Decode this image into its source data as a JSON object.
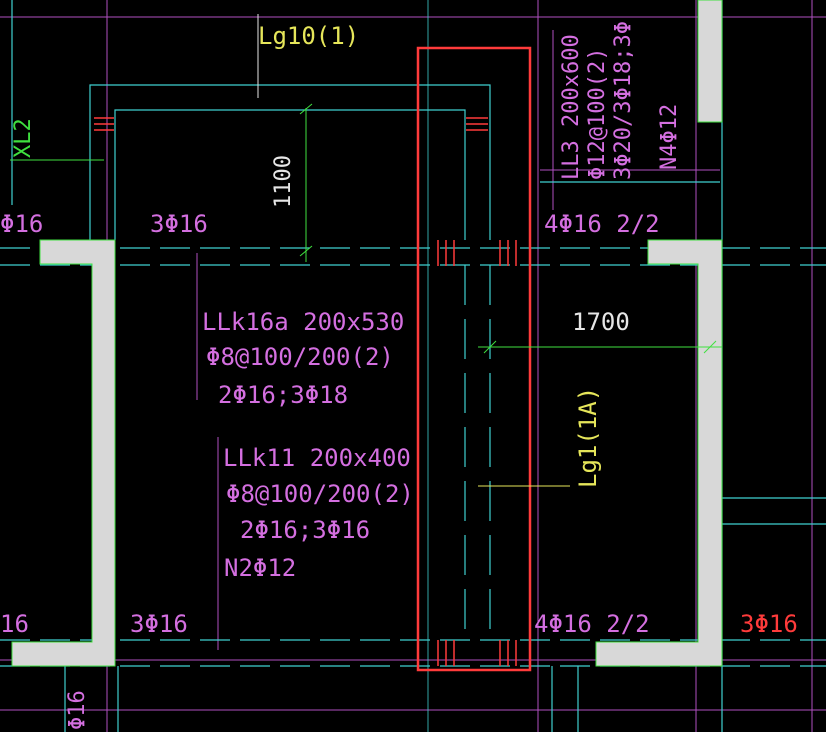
{
  "labels": {
    "lg10": "Lg10(1)",
    "xl2": "XL2",
    "dim_1100": "1100",
    "dim_1700": "1700",
    "ll3_line1": "LL3 200x600",
    "ll3_line2": "Φ12@100(2)",
    "ll3_line3": "3Φ20/3Φ18;3Φ",
    "ll3_line4": "N4Φ12",
    "left_top_16": "Φ16",
    "top_3phi16": "3Φ16",
    "top_4phi16": "4Φ16 2/2",
    "llk16a_line1": "LLk16a 200x530",
    "llk16a_line2": "Φ8@100/200(2)",
    "llk16a_line3": "2Φ16;3Φ18",
    "llk11_line1": "LLk11 200x400",
    "llk11_line2": "Φ8@100/200(2)",
    "llk11_line3": "2Φ16;3Φ16",
    "llk11_line4": "N2Φ12",
    "lg1": "Lg1(1A)",
    "left_bot_16": "16",
    "bot_3phi16": "3Φ16",
    "bot_4phi16": "4Φ16 2/2",
    "right_red": "3Φ16",
    "bottom_phi16": "Φ16"
  },
  "colors": {
    "background": "#000000",
    "magenta": "#d46fe0",
    "cyan": "#3fd0d0",
    "yellow": "#e6e65a",
    "green": "#3fe03f",
    "white": "#e6e6e6",
    "red_highlight": "#ff3b3b",
    "wall_fill": "#d8d8d8"
  }
}
